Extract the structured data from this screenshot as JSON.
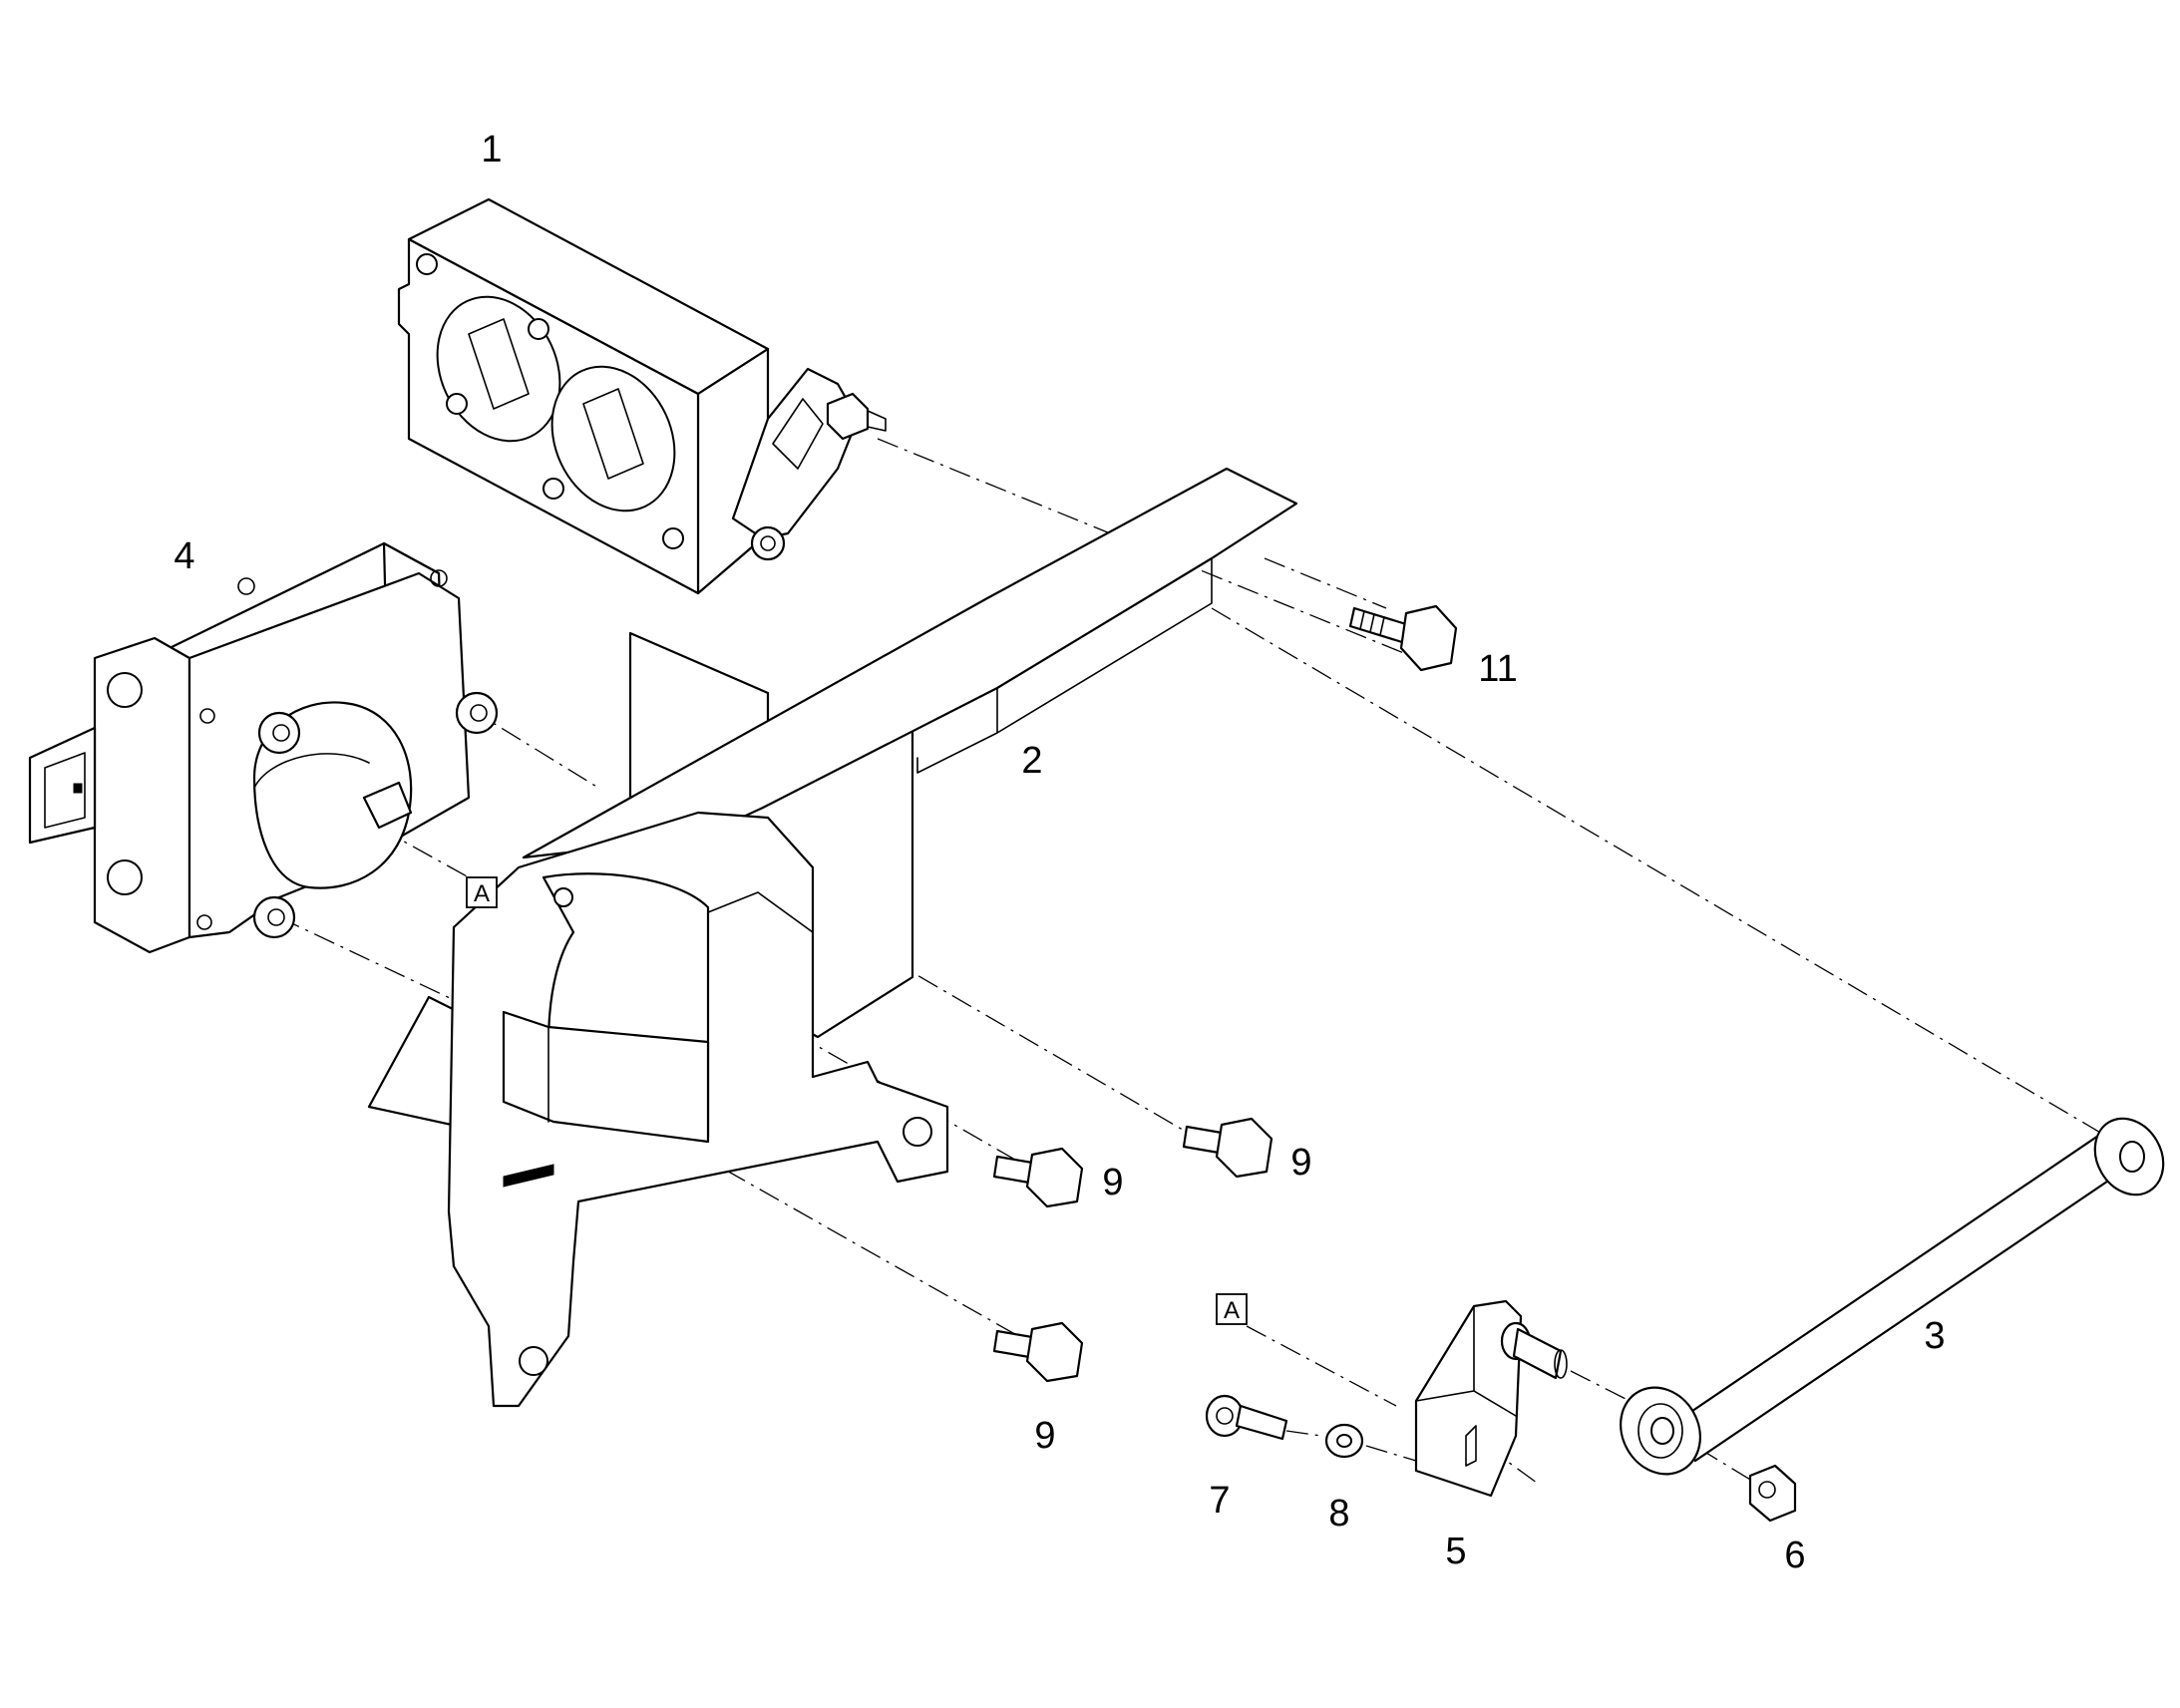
{
  "diagram": {
    "callouts": [
      {
        "id": "c1",
        "label": "1"
      },
      {
        "id": "c2",
        "label": "2"
      },
      {
        "id": "c3",
        "label": "3"
      },
      {
        "id": "c4",
        "label": "4"
      },
      {
        "id": "c5",
        "label": "5"
      },
      {
        "id": "c6",
        "label": "6"
      },
      {
        "id": "c7",
        "label": "7"
      },
      {
        "id": "c8",
        "label": "8"
      },
      {
        "id": "c9a",
        "label": "9"
      },
      {
        "id": "c9b",
        "label": "9"
      },
      {
        "id": "c9c",
        "label": "9"
      },
      {
        "id": "c11",
        "label": "11"
      }
    ],
    "reference_markers": [
      {
        "id": "ref-a-upper",
        "label": "A"
      },
      {
        "id": "ref-a-lower",
        "label": "A"
      }
    ]
  }
}
